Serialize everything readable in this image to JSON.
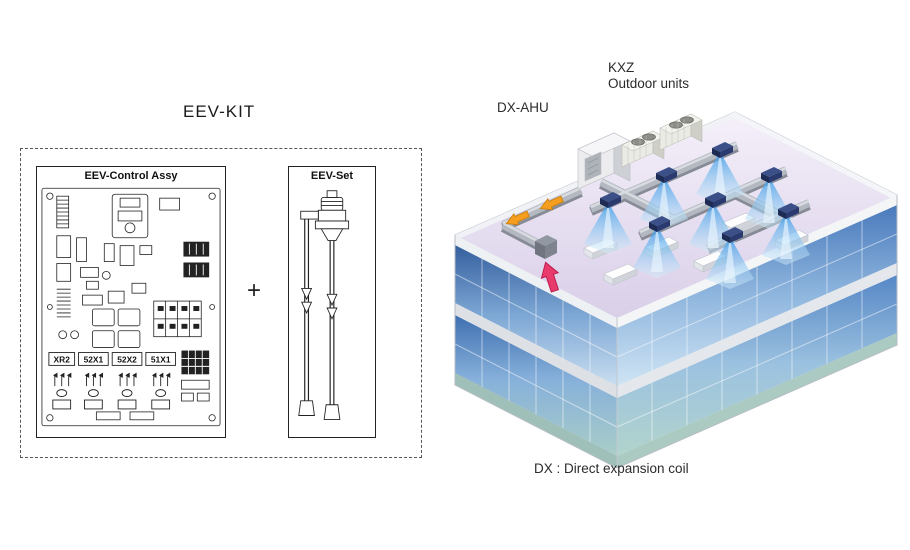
{
  "figure": {
    "eev_kit": {
      "title": "EEV-KIT",
      "control_assy": {
        "label": "EEV-Control Assy",
        "terminals": [
          "XR2",
          "52X1",
          "52X2",
          "51X1"
        ]
      },
      "plus": "+",
      "eev_set": {
        "label": "EEV-Set"
      }
    },
    "building": {
      "kxz_line1": "KXZ",
      "kxz_line2": "Outdoor units",
      "ahu_label": "DX-AHU",
      "caption": "DX : Direct expansion coil"
    },
    "colors": {
      "line_art": "#222222",
      "glass_dark": "#3c6cb0",
      "glass_light": "#c9e0f4",
      "floor": "#e9e2f2",
      "duct": "#b4b9c1",
      "air_cone": "#4da3e8",
      "arrow_orange": "#f59e20",
      "arrow_red": "#e93a6c"
    }
  }
}
